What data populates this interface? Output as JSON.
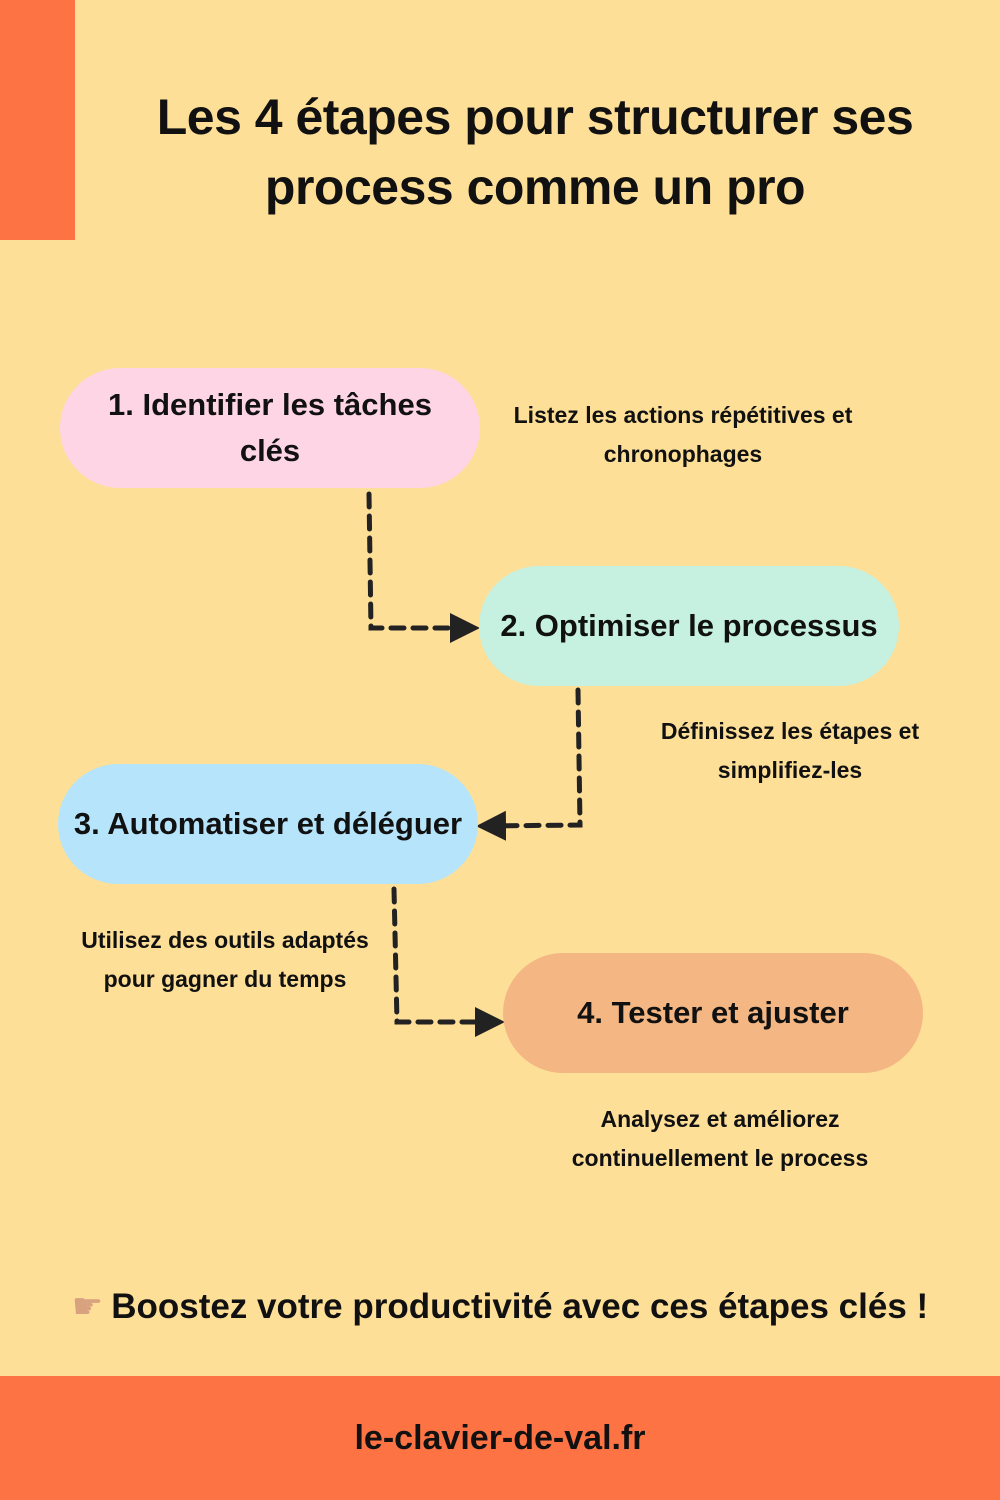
{
  "title": "Les 4 étapes pour structurer ses process comme un pro",
  "steps": [
    {
      "label": "1. Identifier les tâches clés",
      "description": "Listez les actions répétitives et chronophages",
      "color": "#FDD5E4"
    },
    {
      "label": "2. Optimiser le processus",
      "description": "Définissez les étapes et simplifiez-les",
      "color": "#C6F0E0"
    },
    {
      "label": "3. Automatiser et déléguer",
      "description": "Utilisez des outils adaptés pour gagner du temps",
      "color": "#B6E5FB"
    },
    {
      "label": "4. Tester et ajuster",
      "description": "Analysez et améliorez continuellement le process",
      "color": "#F4B783"
    }
  ],
  "tagline": {
    "icon": "pointing-hand-icon",
    "text": "Boostez votre productivité avec ces étapes clés !"
  },
  "footer": {
    "site": "le-clavier-de-val.fr"
  },
  "colors": {
    "background": "#FEDF97",
    "accent": "#FE7343",
    "arrow": "#222222"
  }
}
